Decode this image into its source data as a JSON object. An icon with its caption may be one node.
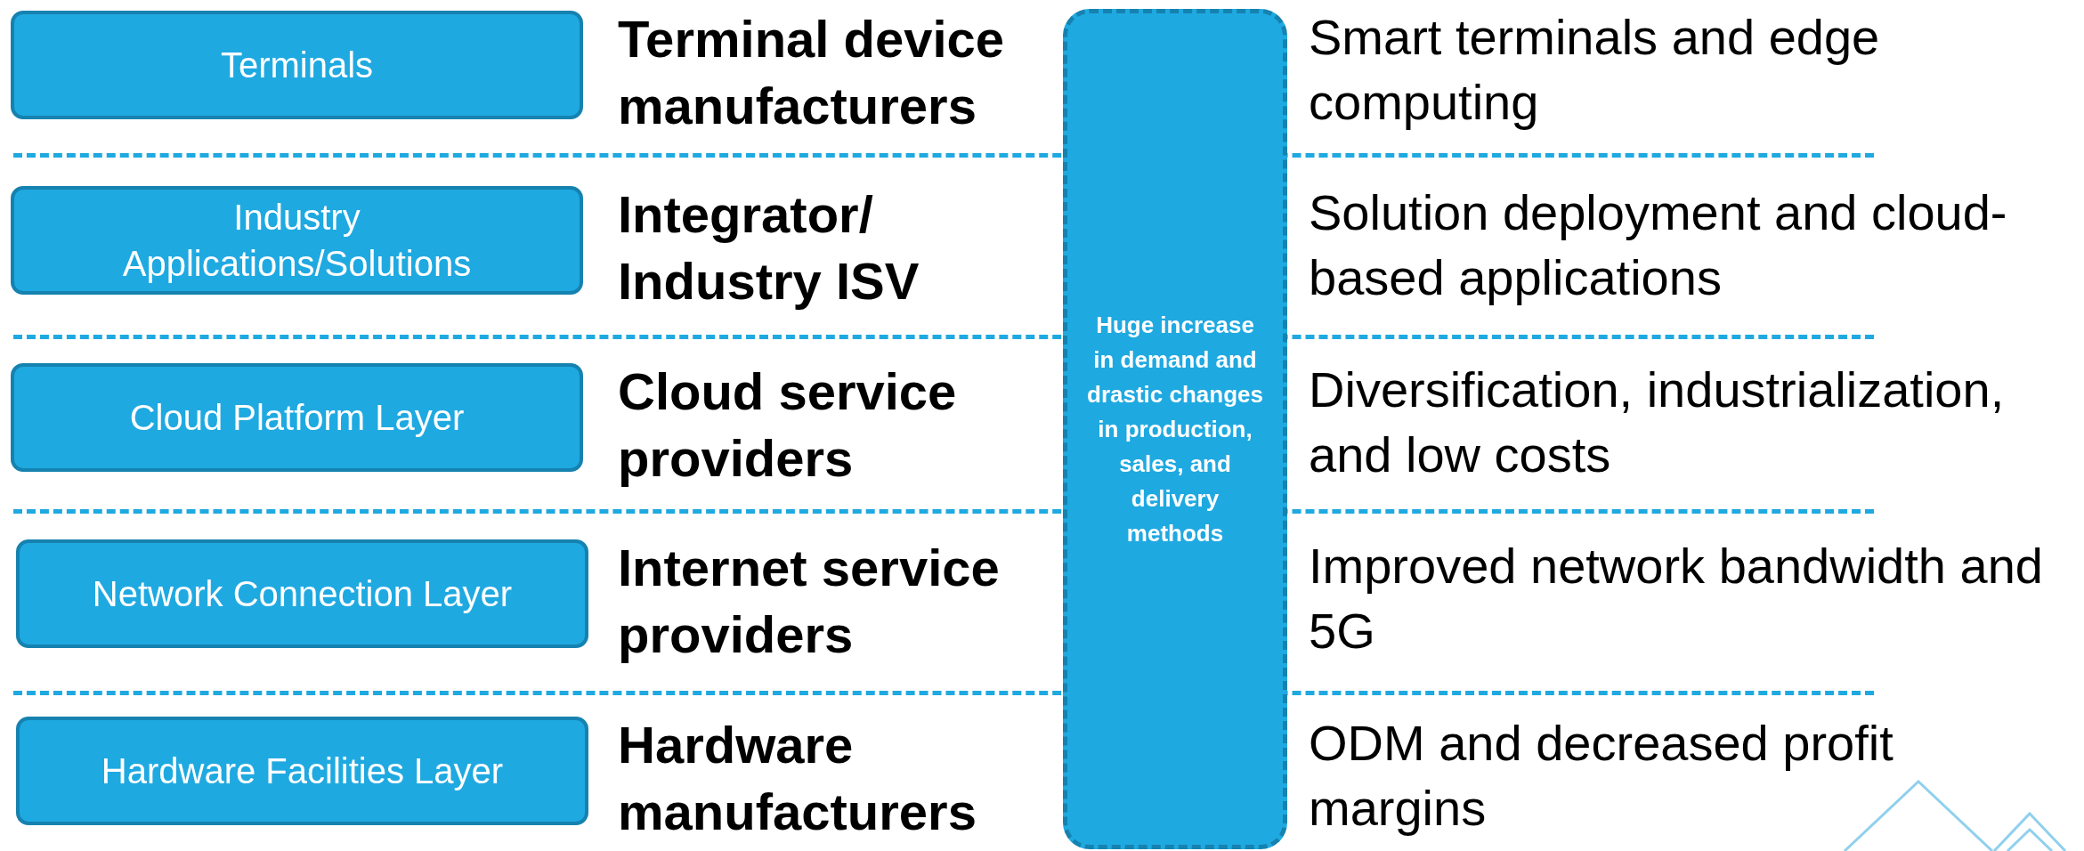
{
  "diagram": {
    "nodes": [
      {
        "text": [
          "Terminals"
        ]
      },
      {
        "text": [
          "Industry Applications/Solutions"
        ]
      },
      {
        "text": [
          "Cloud Platform Layer"
        ]
      },
      {
        "text": [
          "Network Connection Layer"
        ]
      },
      {
        "text": [
          "Hardware Facilities Layer"
        ]
      },
      {
        "text": [
          "Huge increase in demand and drastic changes in production, sales, and delivery methods"
        ]
      }
    ],
    "edges": [],
    "labels": [
      "Terminal device manufacturers",
      "Smart terminals and edge computing",
      "Integrator/ Industry ISV",
      "Solution deployment and cloud-based applications",
      "Cloud service providers",
      "Diversification, industrialization, and low costs",
      "Internet service providers",
      "Improved network bandwidth and 5G",
      "Hardware manufacturers",
      "ODM and decreased profit margins"
    ]
  }
}
